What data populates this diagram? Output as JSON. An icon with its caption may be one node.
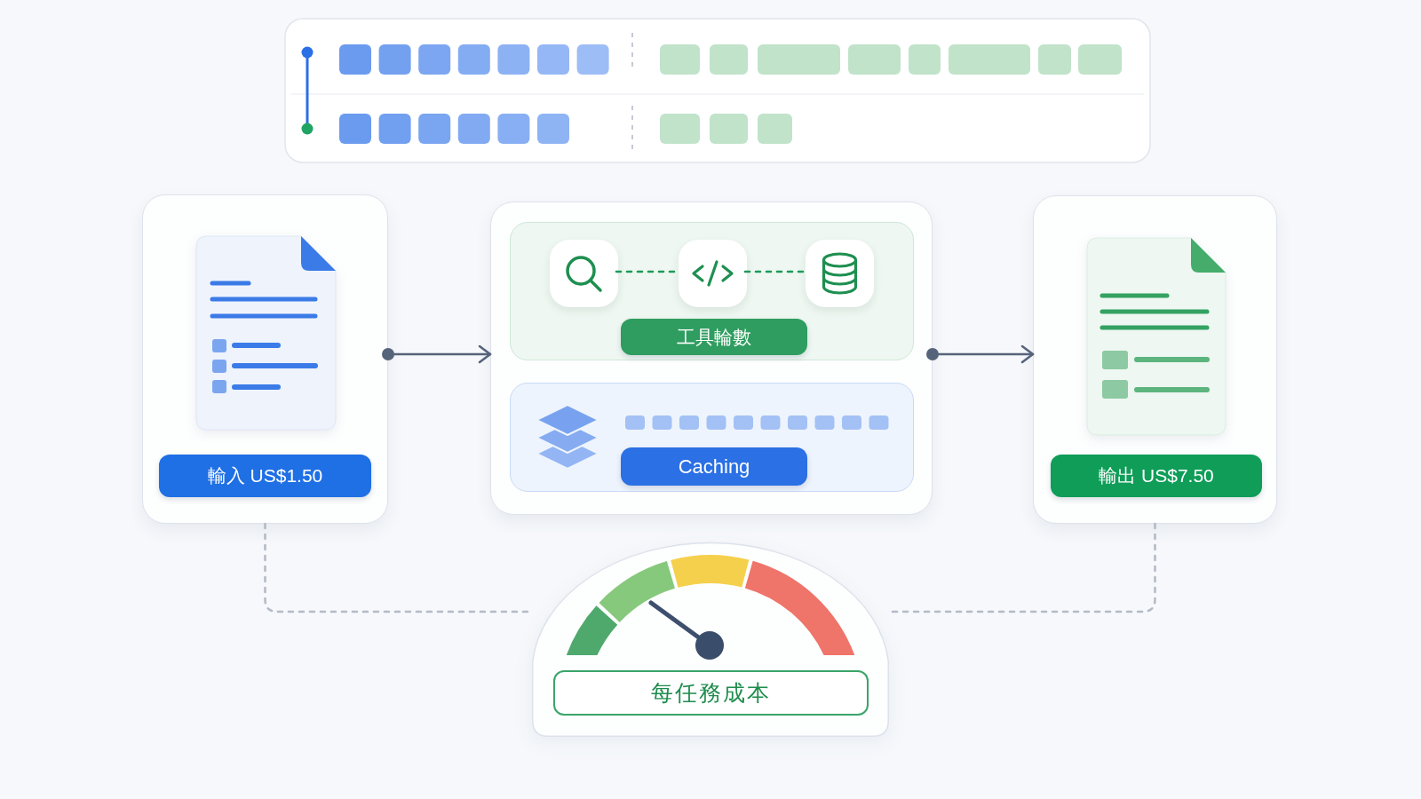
{
  "diagram": {
    "nodes": [
      {
        "text": [],
        "shape": "box"
      },
      {
        "text": [
          "輸入 US$1.50"
        ],
        "in": 0
      },
      {
        "text": [],
        "shape": "box"
      },
      {
        "text": [],
        "shape": "box",
        "in": 2
      },
      {
        "text": [],
        "shape": "picture",
        "in": 3
      },
      {
        "text": [],
        "shape": "picture",
        "in": 3
      },
      {
        "text": [],
        "shape": "picture",
        "in": 3
      },
      {
        "text": [
          "工具輪數"
        ],
        "in": 3
      },
      {
        "text": [],
        "shape": "box",
        "in": 2
      },
      {
        "text": [
          "Caching"
        ],
        "in": 8
      },
      {
        "text": [],
        "shape": "box"
      },
      {
        "text": [
          "輸出 US$7.50"
        ],
        "in": 10
      },
      {
        "text": [],
        "shape": "gauge"
      },
      {
        "text": [
          "每任務成本"
        ],
        "in": 12
      }
    ],
    "edges": [
      {
        "from": 0,
        "to": 2,
        "arrow": "to"
      },
      {
        "from": 2,
        "to": 10,
        "arrow": "to"
      },
      {
        "from": 4,
        "to": 5,
        "arrow": "none",
        "style": "dashed",
        "color": "#1e9a58"
      },
      {
        "from": 5,
        "to": 6,
        "arrow": "none",
        "style": "dashed",
        "color": "#1e9a58"
      },
      {
        "from": 0,
        "to": 12,
        "arrow": "none",
        "style": "dashed",
        "color": "#b4bbc6"
      },
      {
        "from": 10,
        "to": 12,
        "arrow": "none",
        "style": "dashed",
        "color": "#b4bbc6"
      }
    ]
  }
}
